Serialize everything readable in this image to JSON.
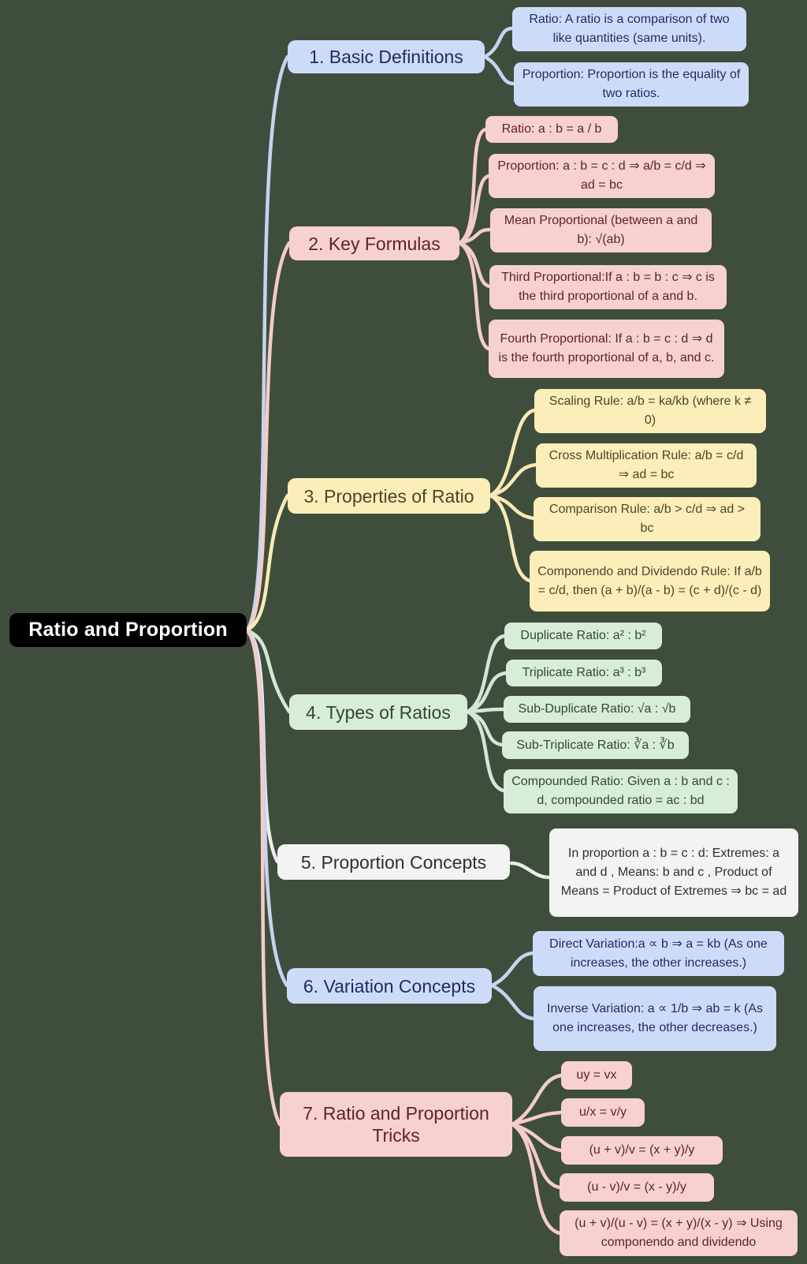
{
  "root": {
    "label": "Ratio and Proportion"
  },
  "branches": [
    {
      "label": "1. Basic Definitions",
      "color": "blue",
      "children": [
        "Ratio: A ratio is a comparison of two like quantities (same units).",
        "Proportion: Proportion is the equality of two ratios."
      ]
    },
    {
      "label": "2. Key Formulas",
      "color": "pink",
      "children": [
        "Ratio: a : b = a / b",
        "Proportion: a : b = c : d ⇒ a/b = c/d ⇒ ad = bc",
        "Mean Proportional (between a and b): √(ab)",
        "Third Proportional:If a : b = b : c ⇒ c is the third proportional of a and b.",
        "Fourth Proportional: If a : b = c : d ⇒ d is the fourth proportional of a, b, and c."
      ]
    },
    {
      "label": "3. Properties of Ratio",
      "color": "yellow",
      "children": [
        "Scaling Rule: a/b = ka/kb (where k ≠ 0)",
        "Cross Multiplication Rule: a/b = c/d ⇒ ad = bc",
        "Comparison Rule: a/b > c/d ⇒ ad > bc",
        "Componendo and Dividendo Rule: If a/b = c/d, then (a + b)/(a - b) = (c + d)/(c - d)"
      ]
    },
    {
      "label": "4. Types of Ratios",
      "color": "green",
      "children": [
        "Duplicate Ratio: a² : b²",
        "Triplicate Ratio: a³ : b³",
        "Sub-Duplicate Ratio: √a : √b",
        "Sub-Triplicate Ratio: ∛a : ∛b",
        "Compounded Ratio: Given a : b and c : d, compounded ratio = ac : bd"
      ]
    },
    {
      "label": "5. Proportion Concepts",
      "color": "gray",
      "children": [
        "In proportion a : b = c : d: Extremes: a and d , Means: b and c , Product of Means = Product of Extremes ⇒ bc = ad"
      ]
    },
    {
      "label": "6. Variation Concepts",
      "color": "blue",
      "children": [
        "Direct Variation:a ∝ b ⇒ a = kb (As one increases, the other increases.)",
        "Inverse Variation: a ∝ 1/b ⇒ ab = k (As one increases, the other decreases.)"
      ]
    },
    {
      "label": "7. Ratio and Proportion Tricks",
      "color": "pink",
      "children": [
        "uy = vx",
        "u/x = v/y",
        "(u + v)/v = (x + y)/y",
        "(u - v)/v = (x - y)/y",
        "(u + v)/(u - v) = (x + y)/(x - y) ⇒ Using componendo and dividendo"
      ]
    }
  ],
  "palette": {
    "background": "#3f4e3c",
    "root_bg": "#000000",
    "root_text": "#ffffff",
    "blue_box": "#ccdcf8",
    "blue_text": "#1e2b5e",
    "pink_box": "#f7d1cd",
    "pink_text": "#5e2429",
    "yellow_box": "#fceeb8",
    "yellow_text": "#4c452a",
    "green_box": "#d8ecda",
    "green_text": "#2d4b32",
    "gray_box": "#f3f3f3",
    "gray_text": "#2f2f2f"
  }
}
